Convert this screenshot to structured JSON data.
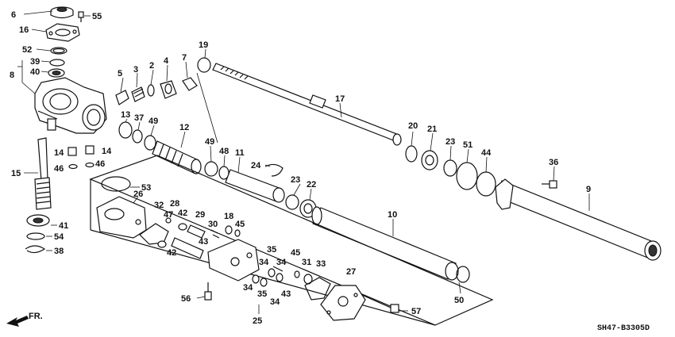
{
  "diagram": {
    "code": "SH47-B3305D",
    "direction": "FR.",
    "callouts": [
      {
        "id": "c6",
        "text": "6"
      },
      {
        "id": "c55",
        "text": "55"
      },
      {
        "id": "c16",
        "text": "16"
      },
      {
        "id": "c52",
        "text": "52"
      },
      {
        "id": "c39",
        "text": "39"
      },
      {
        "id": "c8",
        "text": "8"
      },
      {
        "id": "c40",
        "text": "40"
      },
      {
        "id": "c5",
        "text": "5"
      },
      {
        "id": "c3",
        "text": "3"
      },
      {
        "id": "c2",
        "text": "2"
      },
      {
        "id": "c4",
        "text": "4"
      },
      {
        "id": "c7",
        "text": "7"
      },
      {
        "id": "c19",
        "text": "19"
      },
      {
        "id": "c17",
        "text": "17"
      },
      {
        "id": "c13",
        "text": "13"
      },
      {
        "id": "c37",
        "text": "37"
      },
      {
        "id": "c49a",
        "text": "49"
      },
      {
        "id": "c12",
        "text": "12"
      },
      {
        "id": "c14a",
        "text": "14"
      },
      {
        "id": "c14b",
        "text": "14"
      },
      {
        "id": "c46a",
        "text": "46"
      },
      {
        "id": "c46b",
        "text": "46"
      },
      {
        "id": "c15",
        "text": "15"
      },
      {
        "id": "c49b",
        "text": "49"
      },
      {
        "id": "c48",
        "text": "48"
      },
      {
        "id": "c11",
        "text": "11"
      },
      {
        "id": "c24",
        "text": "24"
      },
      {
        "id": "c20",
        "text": "20"
      },
      {
        "id": "c21",
        "text": "21"
      },
      {
        "id": "c23a",
        "text": "23"
      },
      {
        "id": "c51",
        "text": "51"
      },
      {
        "id": "c44",
        "text": "44"
      },
      {
        "id": "c36",
        "text": "36"
      },
      {
        "id": "c9",
        "text": "9"
      },
      {
        "id": "c53",
        "text": "53"
      },
      {
        "id": "c26",
        "text": "26"
      },
      {
        "id": "c23b",
        "text": "23"
      },
      {
        "id": "c22",
        "text": "22"
      },
      {
        "id": "c10",
        "text": "10"
      },
      {
        "id": "c32",
        "text": "32"
      },
      {
        "id": "c28",
        "text": "28"
      },
      {
        "id": "c47",
        "text": "47"
      },
      {
        "id": "c42a",
        "text": "42"
      },
      {
        "id": "c29",
        "text": "29"
      },
      {
        "id": "c18",
        "text": "18"
      },
      {
        "id": "c45a",
        "text": "45"
      },
      {
        "id": "c30",
        "text": "30"
      },
      {
        "id": "c43a",
        "text": "43"
      },
      {
        "id": "c42b",
        "text": "42"
      },
      {
        "id": "c41",
        "text": "41"
      },
      {
        "id": "c54",
        "text": "54"
      },
      {
        "id": "c38",
        "text": "38"
      },
      {
        "id": "c35a",
        "text": "35"
      },
      {
        "id": "c34a",
        "text": "34"
      },
      {
        "id": "c34b",
        "text": "34"
      },
      {
        "id": "c45b",
        "text": "45"
      },
      {
        "id": "c33",
        "text": "33"
      },
      {
        "id": "c31",
        "text": "31"
      },
      {
        "id": "c27",
        "text": "27"
      },
      {
        "id": "c34c",
        "text": "34"
      },
      {
        "id": "c35b",
        "text": "35"
      },
      {
        "id": "c43b",
        "text": "43"
      },
      {
        "id": "c34d",
        "text": "34"
      },
      {
        "id": "c50",
        "text": "50"
      },
      {
        "id": "c56",
        "text": "56"
      },
      {
        "id": "c57",
        "text": "57"
      },
      {
        "id": "c25",
        "text": "25"
      }
    ]
  }
}
